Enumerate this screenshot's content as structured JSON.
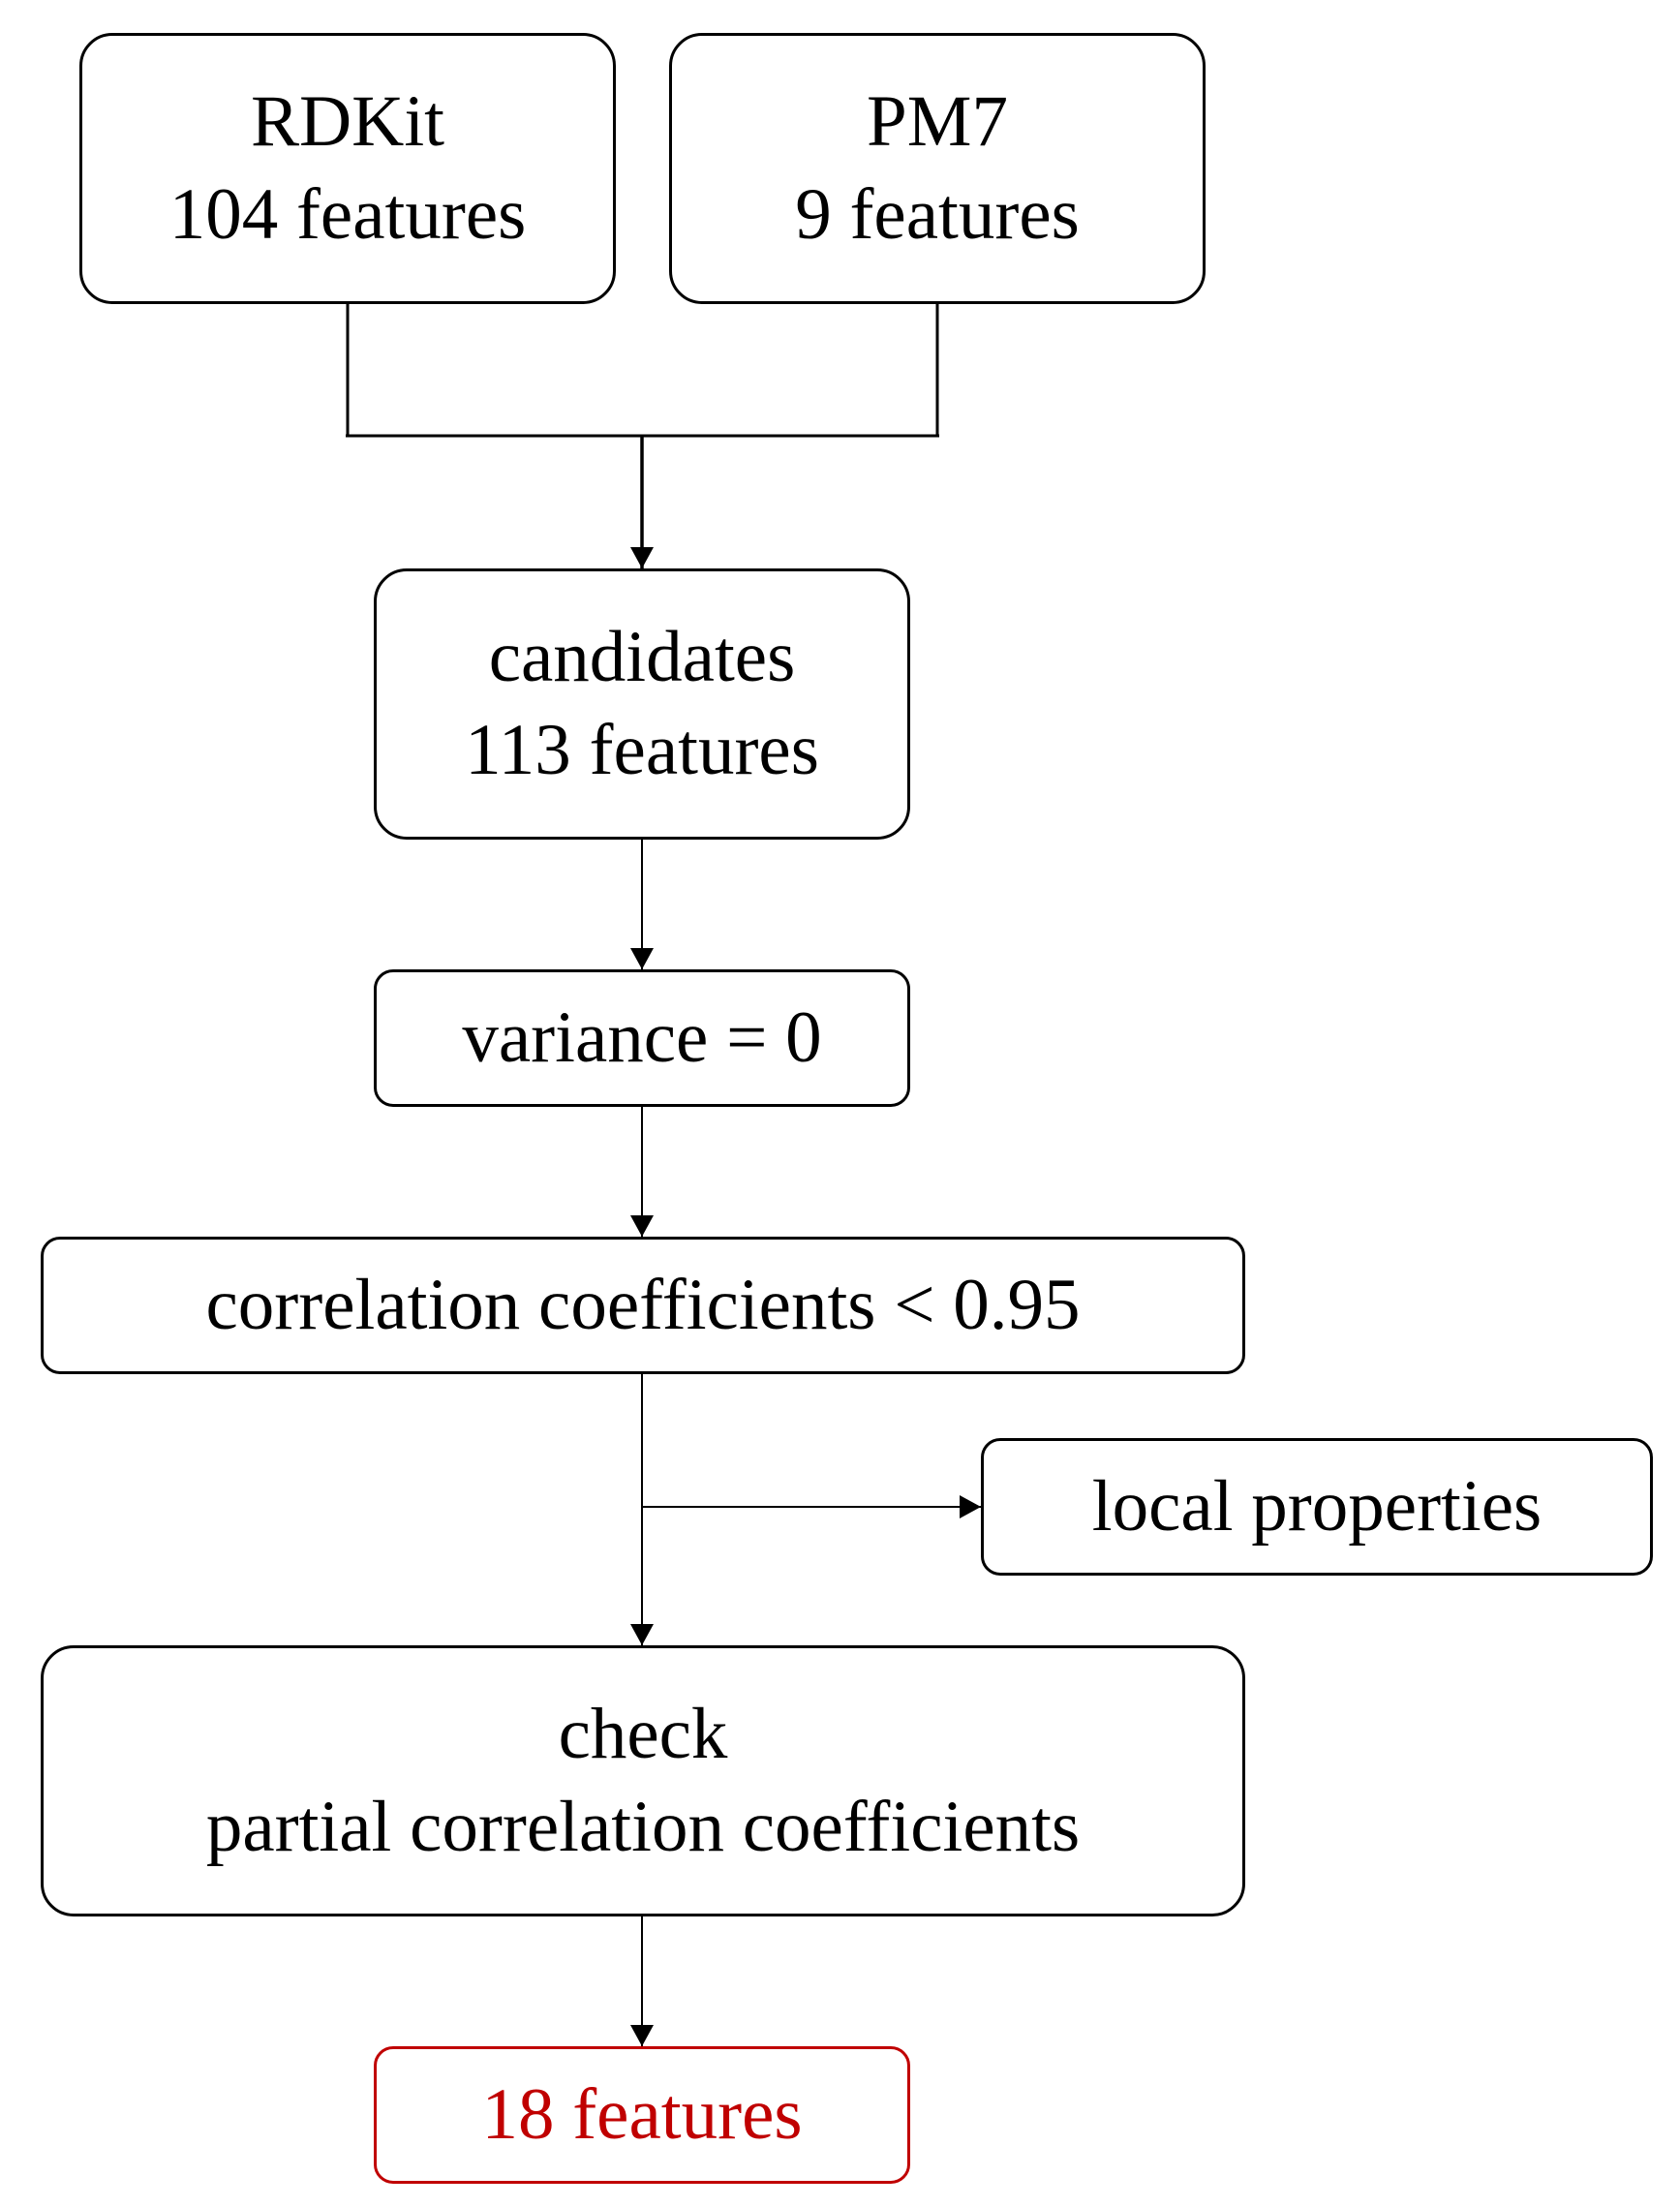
{
  "diagram": {
    "nodes": {
      "rdkit": {
        "line1": "RDKit",
        "line2": "104 features"
      },
      "pm7": {
        "line1": "PM7",
        "line2": "9 features"
      },
      "candidates": {
        "line1": "candidates",
        "line2": "113 features"
      },
      "variance": {
        "label": "variance = 0"
      },
      "correlation": {
        "label": "correlation coefficients < 0.95"
      },
      "local": {
        "label": "local properties"
      },
      "check": {
        "line1": "check",
        "line2": "partial correlation coefficients"
      },
      "final": {
        "label": "18 features"
      }
    },
    "edges": [
      {
        "from": "rdkit",
        "to": "candidates",
        "style": "merge"
      },
      {
        "from": "pm7",
        "to": "candidates",
        "style": "merge"
      },
      {
        "from": "candidates",
        "to": "variance",
        "style": "arrow"
      },
      {
        "from": "variance",
        "to": "correlation",
        "style": "arrow"
      },
      {
        "from": "correlation",
        "to": "check",
        "style": "arrow"
      },
      {
        "from": "correlation",
        "to": "local",
        "style": "branch-arrow"
      },
      {
        "from": "check",
        "to": "final",
        "style": "arrow"
      }
    ],
    "colors": {
      "stroke": "#000000",
      "highlight": "#c00000",
      "background": "#ffffff"
    }
  }
}
